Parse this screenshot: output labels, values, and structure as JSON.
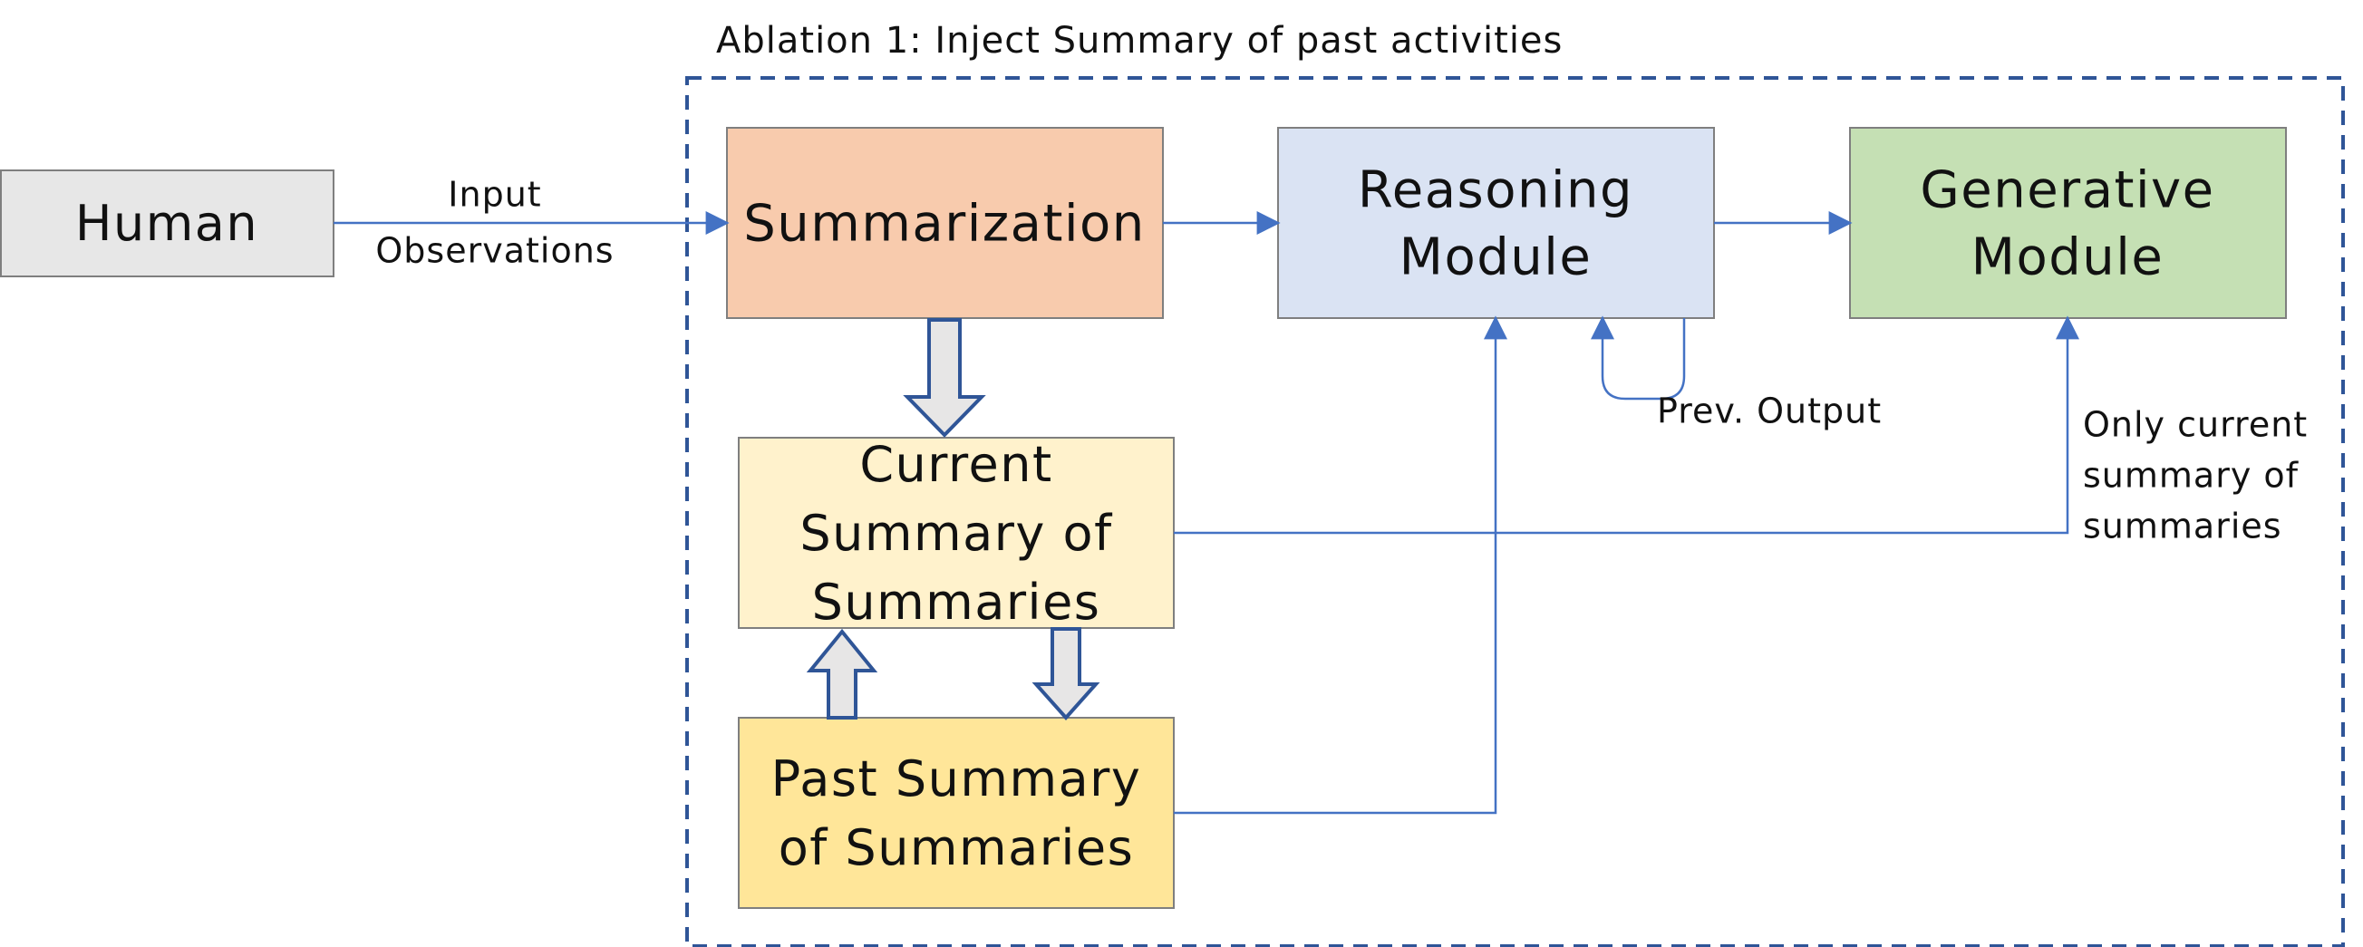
{
  "title": "Ablation 1: Inject Summary of past activities",
  "nodes": {
    "human": {
      "lines": [
        "Human"
      ],
      "fill": "#e7e7e7"
    },
    "summarization": {
      "lines": [
        "Summarization"
      ],
      "fill": "#f8cbad"
    },
    "reasoning": {
      "lines": [
        "Reasoning",
        "Module"
      ],
      "fill": "#dae3f3"
    },
    "generative": {
      "lines": [
        "Generative",
        "Module"
      ],
      "fill": "#c5e0b4"
    },
    "current_summary": {
      "lines": [
        "Current",
        "Summary of",
        "Summaries"
      ],
      "fill": "#fff2cc"
    },
    "past_summary": {
      "lines": [
        "Past Summary",
        "of Summaries"
      ],
      "fill": "#ffe699"
    }
  },
  "edge_labels": {
    "input_observations": [
      "Input",
      "Observations"
    ],
    "prev_output": [
      "Prev. Output"
    ],
    "only_current": [
      "Only current",
      "summary of",
      "summaries"
    ]
  },
  "colors": {
    "arrow": "#4472c4",
    "dashed_border": "#2f5597",
    "block_arrow_stroke": "#2f5597",
    "block_arrow_fill": "#e7e6e6",
    "box_stroke": "#7f7f7f"
  }
}
